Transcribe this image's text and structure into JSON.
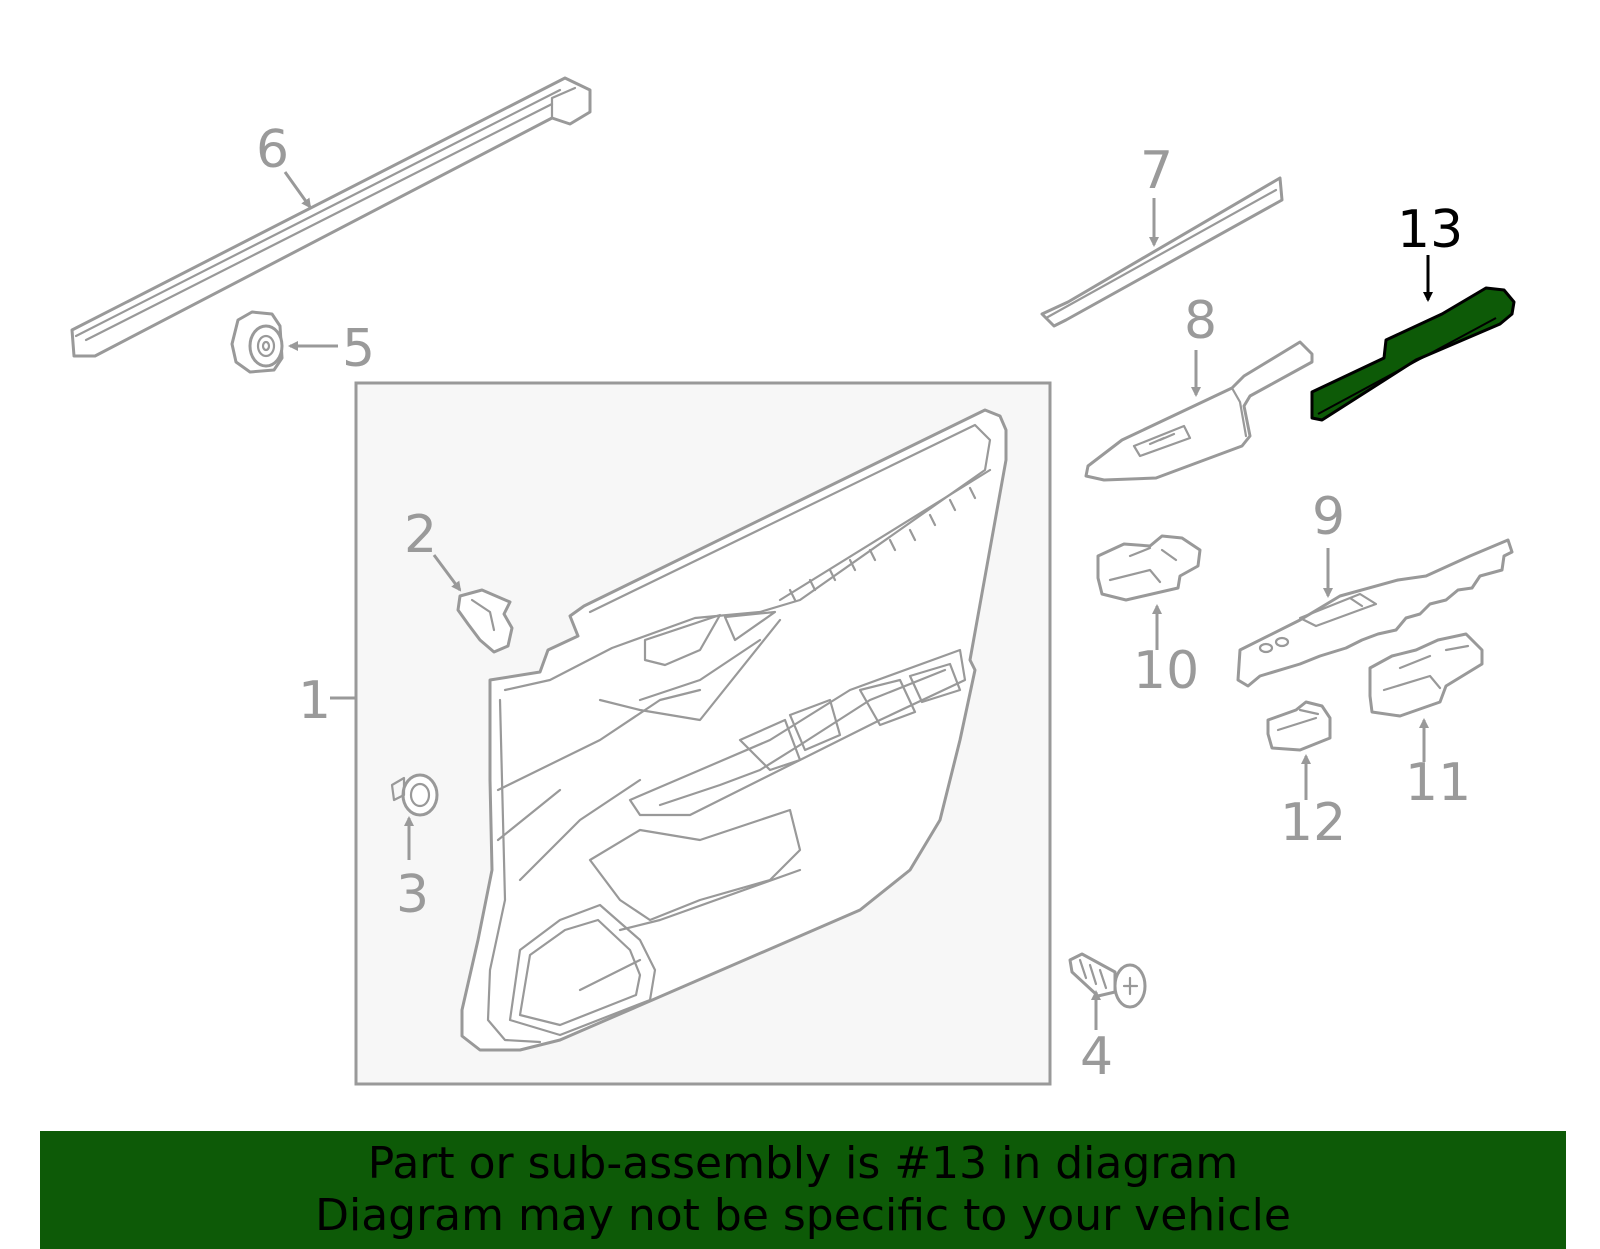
{
  "diagram": {
    "highlight_color": "#0d5a07",
    "labels": {
      "1": "1",
      "2": "2",
      "3": "3",
      "4": "4",
      "5": "5",
      "6": "6",
      "7": "7",
      "8": "8",
      "9": "9",
      "10": "10",
      "11": "11",
      "12": "12",
      "13": "13"
    },
    "highlighted_part": "13"
  },
  "banner": {
    "line1": "Part or sub-assembly is #13 in diagram",
    "line2": "Diagram may not be specific to your vehicle",
    "background": "#0d5a07"
  }
}
